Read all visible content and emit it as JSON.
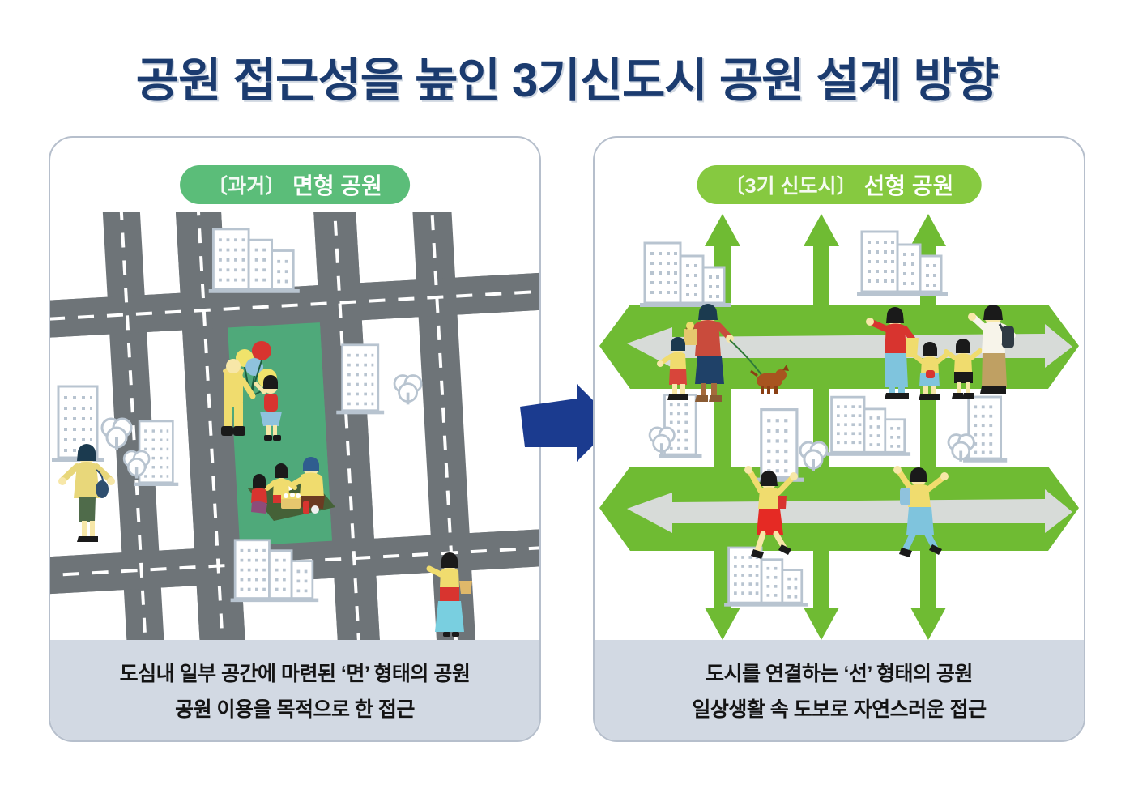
{
  "title": "공원 접근성을 높인 3기신도시 공원 설계 방향",
  "colors": {
    "title_navy": "#1b3b6f",
    "transition_arrow_navy": "#1b3b8f",
    "badge_left_green": "#5bbd79",
    "badge_right_green": "#86c940",
    "park_green": "#4fa97a",
    "linear_park_green": "#6fbb33",
    "road_gray": "#6e7478",
    "building_outline": "#b8c4d0",
    "caption_band": "#d2d9e3",
    "panel_border": "#b6bfcc",
    "white_arrow": "#d7dbd8"
  },
  "left_panel": {
    "badge": {
      "prefix": "〔과거〕",
      "main": "면형 공원"
    },
    "caption_lines": [
      "도심내 일부 공간에 마련된 ‘면’ 형태의 공원",
      "공원 이용을 목적으로 한 접근"
    ],
    "scene": {
      "description": "면형 공원 일러스트",
      "roads": "격자형 도로망",
      "park_shape": "사각형 녹지",
      "figures": [
        "풍선 파는 사람",
        "풍선을 받는 아이",
        "돗자리 위 소풍 가족 3인",
        "노란 코트를 입고 걷는 여성",
        "장바구니를 든 여성"
      ],
      "buildings_count": 5,
      "trees_count": 3
    }
  },
  "right_panel": {
    "badge": {
      "prefix": "〔3기 신도시〕",
      "main": "선형 공원"
    },
    "caption_lines": [
      "도시를 연결하는 ‘선’ 형태의 공원",
      "일상생활 속 도보로 자연스러운 접근"
    ],
    "scene": {
      "description": "선형 공원 일러스트",
      "horizontal_green_bands": 2,
      "vertical_green_arrows_up": 3,
      "vertical_green_arrows_down": 3,
      "white_double_arrows": 2,
      "figures": [
        "강아지와 산책하는 여성",
        "아이스크림을 든 아이",
        "빨간 자켓의 엄마",
        "아이 두 명",
        "배낭을 멘 아빠",
        "점프하는 소녀",
        "점프하는 소년"
      ],
      "buildings_count": 8,
      "trees_count": 3
    }
  },
  "transition": {
    "icon": "right-arrow-icon",
    "direction": "right"
  }
}
